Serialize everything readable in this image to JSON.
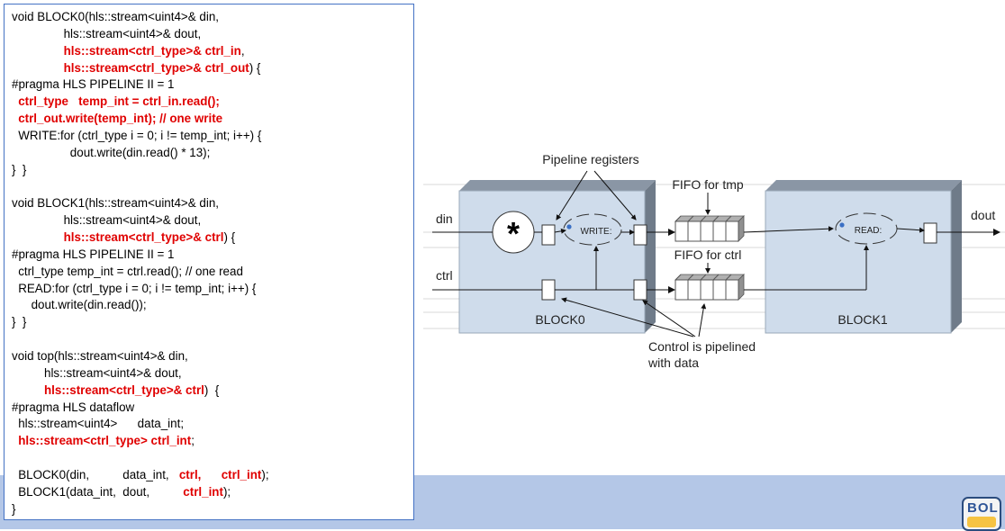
{
  "code": [
    {
      "indent": 0,
      "segments": [
        {
          "text": "void BLOCK0(hls::stream<uint4>& din,"
        }
      ]
    },
    {
      "indent": 8,
      "segments": [
        {
          "text": "hls::stream<uint4>& dout,"
        }
      ]
    },
    {
      "indent": 8,
      "segments": [
        {
          "text": "hls::stream<ctrl_type>& ctrl_in",
          "red": true
        },
        {
          "text": ","
        }
      ]
    },
    {
      "indent": 8,
      "segments": [
        {
          "text": "hls::stream<ctrl_type>& ctrl_out",
          "red": true
        },
        {
          "text": ") {"
        }
      ]
    },
    {
      "indent": 0,
      "segments": [
        {
          "text": "#pragma HLS PIPELINE II = 1"
        }
      ]
    },
    {
      "indent": 1,
      "segments": [
        {
          "text": "ctrl_type   temp_int = ctrl_in.read();",
          "red": true
        }
      ]
    },
    {
      "indent": 1,
      "segments": [
        {
          "text": "ctrl_out.write(temp_int); // one write",
          "red": true
        }
      ]
    },
    {
      "indent": 1,
      "segments": [
        {
          "text": "WRITE:for (ctrl_type i = 0; i != temp_int; i++) {"
        }
      ]
    },
    {
      "indent": 9,
      "segments": [
        {
          "text": "dout.write(din.read() * 13);"
        }
      ]
    },
    {
      "indent": 0,
      "segments": [
        {
          "text": "}  }"
        }
      ]
    },
    {
      "indent": 0,
      "segments": [
        {
          "text": ""
        }
      ]
    },
    {
      "indent": 0,
      "segments": [
        {
          "text": "void BLOCK1(hls::stream<uint4>& din,"
        }
      ]
    },
    {
      "indent": 8,
      "segments": [
        {
          "text": "hls::stream<uint4>& dout,"
        }
      ]
    },
    {
      "indent": 8,
      "segments": [
        {
          "text": "hls::stream<ctrl_type>& ctrl",
          "red": true
        },
        {
          "text": ") {"
        }
      ]
    },
    {
      "indent": 0,
      "segments": [
        {
          "text": "#pragma HLS PIPELINE II = 1"
        }
      ]
    },
    {
      "indent": 1,
      "segments": [
        {
          "text": "ctrl_type temp_int = ctrl.read(); // one read"
        }
      ]
    },
    {
      "indent": 1,
      "segments": [
        {
          "text": "READ:for (ctrl_type i = 0; i != temp_int; i++) {"
        }
      ]
    },
    {
      "indent": 3,
      "segments": [
        {
          "text": "dout.write(din.read());"
        }
      ]
    },
    {
      "indent": 0,
      "segments": [
        {
          "text": "}  }"
        }
      ]
    },
    {
      "indent": 0,
      "segments": [
        {
          "text": ""
        }
      ]
    },
    {
      "indent": 0,
      "segments": [
        {
          "text": "void top(hls::stream<uint4>& din,"
        }
      ]
    },
    {
      "indent": 5,
      "segments": [
        {
          "text": "hls::stream<uint4>& dout,"
        }
      ]
    },
    {
      "indent": 5,
      "segments": [
        {
          "text": "hls::stream<ctrl_type>& ctrl",
          "red": true
        },
        {
          "text": ")  {"
        }
      ]
    },
    {
      "indent": 0,
      "segments": [
        {
          "text": "#pragma HLS dataflow"
        }
      ]
    },
    {
      "indent": 1,
      "segments": [
        {
          "text": "hls::stream<uint4>      data_int;"
        }
      ]
    },
    {
      "indent": 1,
      "segments": [
        {
          "text": "hls::stream<ctrl_type> ctrl_int",
          "red": true
        },
        {
          "text": ";"
        }
      ]
    },
    {
      "indent": 0,
      "segments": [
        {
          "text": ""
        }
      ]
    },
    {
      "indent": 1,
      "segments": [
        {
          "text": "BLOCK0(din,          data_int,   "
        },
        {
          "text": "ctrl,",
          "red": true
        },
        {
          "text": "      "
        },
        {
          "text": "ctrl_int",
          "red": true
        },
        {
          "text": ");"
        }
      ]
    },
    {
      "indent": 1,
      "segments": [
        {
          "text": "BLOCK1(data_int,  dout,          "
        },
        {
          "text": "ctrl_int",
          "red": true
        },
        {
          "text": ");"
        }
      ]
    },
    {
      "indent": 0,
      "segments": [
        {
          "text": "}"
        }
      ]
    }
  ],
  "diagram": {
    "label_pipeline_registers": "Pipeline registers",
    "label_fifo_tmp": "FIFO for tmp",
    "label_fifo_ctrl": "FIFO for ctrl",
    "label_din": "din",
    "label_ctrl": "ctrl",
    "label_dout": "dout",
    "label_block0": "BLOCK0",
    "label_block1": "BLOCK1",
    "label_write": "WRITE:",
    "label_read": "READ:",
    "label_star": "*",
    "label_control_line1": "Control is pipelined",
    "label_control_line2": "with data"
  },
  "logo": {
    "top_text": "BOL"
  },
  "colors": {
    "code_red": "#e00000",
    "panel_border": "#4472c4",
    "band": "#b4c7e7",
    "block_fill": "#cfdceb",
    "dot": "#3a6fc4"
  }
}
